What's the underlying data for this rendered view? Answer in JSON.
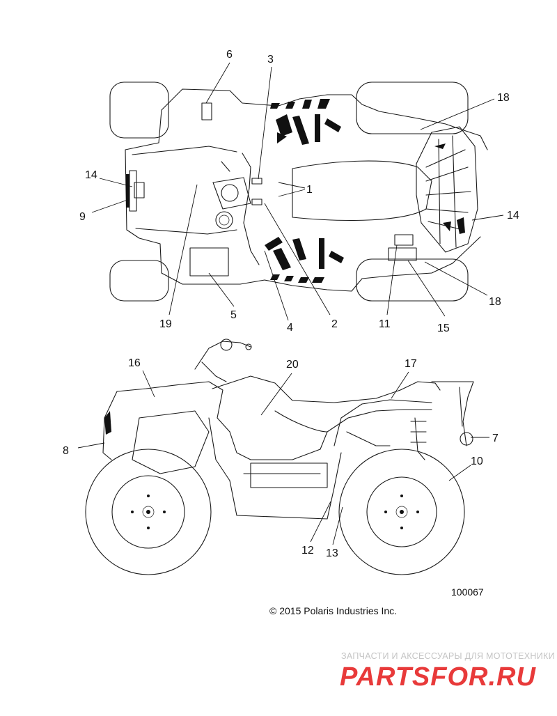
{
  "callouts": {
    "c1": "1",
    "c2": "2",
    "c3": "3",
    "c4": "4",
    "c5": "5",
    "c6": "6",
    "c7": "7",
    "c8": "8",
    "c9": "9",
    "c10": "10",
    "c11": "11",
    "c12": "12",
    "c13": "13",
    "c14a": "14",
    "c14b": "14",
    "c15": "15",
    "c16": "16",
    "c17": "17",
    "c18a": "18",
    "c18b": "18",
    "c19": "19",
    "c20": "20"
  },
  "figure_number": "100067",
  "copyright": "© 2015 Polaris Industries Inc.",
  "watermark": {
    "tagline": "ЗАПЧАСТИ И АКСЕССУАРЫ ДЛЯ МОТОТЕХНИКИ",
    "brand": "PARTSFOR.RU",
    "brand_color": "#e83a3a"
  }
}
